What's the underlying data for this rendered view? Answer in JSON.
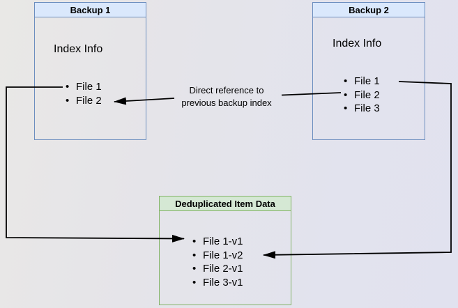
{
  "diagram": {
    "backup1": {
      "title": "Backup 1",
      "subtitle": "Index Info",
      "items": [
        "File 1",
        "File 2"
      ]
    },
    "backup2": {
      "title": "Backup 2",
      "subtitle": "Index Info",
      "items": [
        "File 1",
        "File 2",
        "File 3"
      ]
    },
    "dedup": {
      "title": "Deduplicated Item Data",
      "items": [
        "File 1-v1",
        "File 1-v2",
        "File 2-v1",
        "File 3-v1"
      ]
    },
    "annotation": {
      "line1": "Direct reference to",
      "line2": "previous backup index"
    },
    "colors": {
      "blue_header_bg": "#dae8fc",
      "blue_border": "#6c8ebf",
      "green_header_bg": "#d5e8d4",
      "green_border": "#82b366",
      "connector": "#000000"
    }
  }
}
